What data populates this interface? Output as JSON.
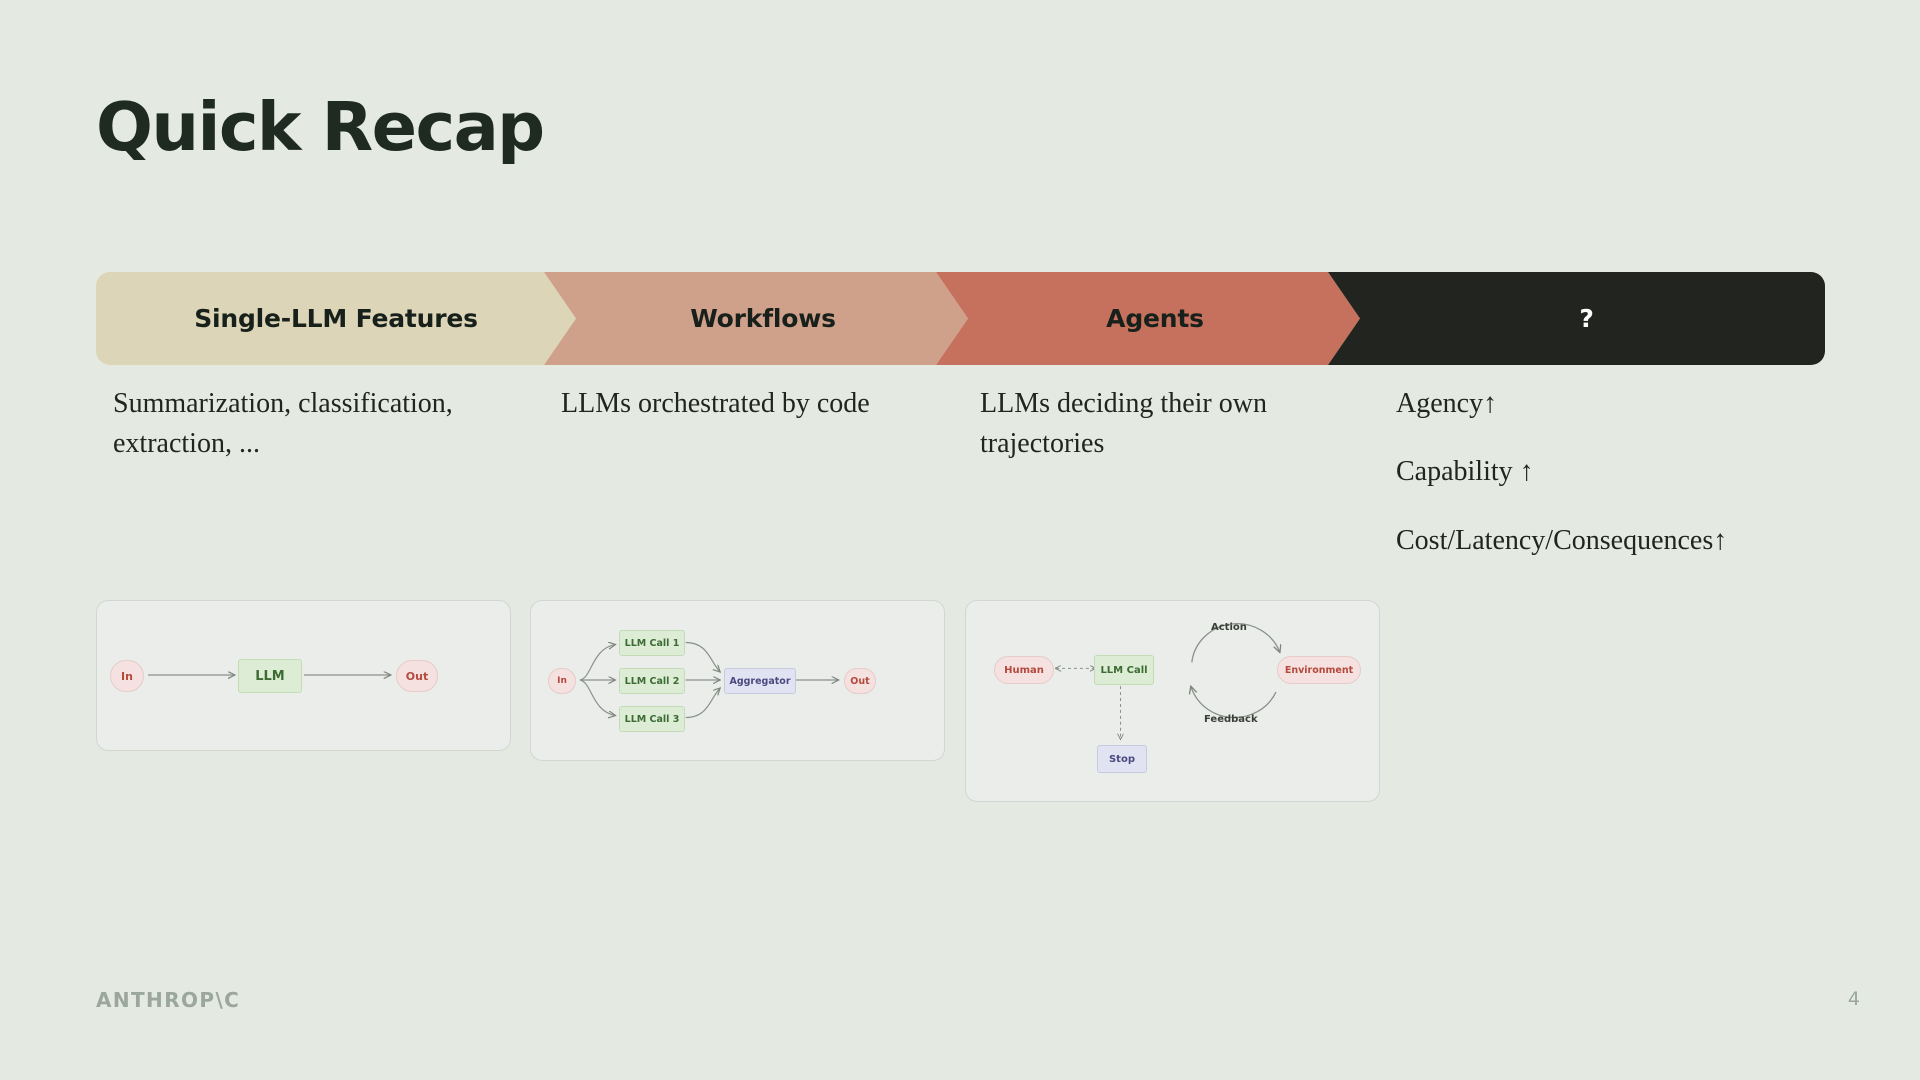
{
  "slide": {
    "title": "Quick Recap",
    "background_color": "#e4eae2",
    "page_number": "4",
    "logo_text": "ANTHROP\\C"
  },
  "banner": {
    "segments": [
      {
        "label": "Single-LLM Features",
        "color": "#ddd5b8",
        "text_color": "#17201a"
      },
      {
        "label": "Workflows",
        "color": "#cfa18b",
        "text_color": "#17201a"
      },
      {
        "label": "Agents",
        "color": "#c5715d",
        "text_color": "#17201a"
      },
      {
        "label": "?",
        "color": "#22241f",
        "text_color": "#ffffff"
      }
    ]
  },
  "descriptions": {
    "col1_line1": "Summarization, classification,",
    "col1_line2": "extraction, ...",
    "col2": "LLMs orchestrated by code",
    "col3_line1": "LLMs deciding their own",
    "col3_line2": "trajectories",
    "col4_item1": "Agency↑",
    "col4_item2": "Capability ↑",
    "col4_item3": "Cost/Latency/Consequences↑"
  },
  "diagrams": {
    "card1": {
      "nodes": {
        "in": "In",
        "llm": "LLM",
        "out": "Out"
      }
    },
    "card2": {
      "nodes": {
        "in": "In",
        "call1": "LLM Call 1",
        "call2": "LLM Call 2",
        "call3": "LLM Call 3",
        "aggregator": "Aggregator",
        "out": "Out"
      }
    },
    "card3": {
      "nodes": {
        "human": "Human",
        "llm_call": "LLM Call",
        "environment": "Environment",
        "stop": "Stop"
      },
      "labels": {
        "action": "Action",
        "feedback": "Feedback"
      }
    }
  }
}
